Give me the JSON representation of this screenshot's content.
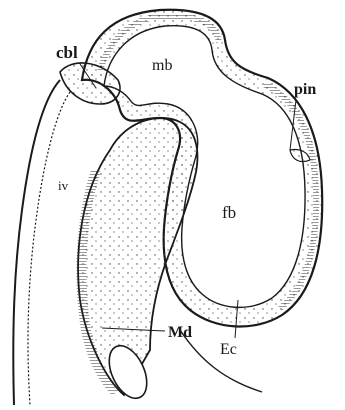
{
  "labels": {
    "cbl": "cbl",
    "mb": "mb",
    "pin": "pin",
    "iv": "iv",
    "fb": "fb",
    "md": "Md",
    "ec": "Ec"
  }
}
